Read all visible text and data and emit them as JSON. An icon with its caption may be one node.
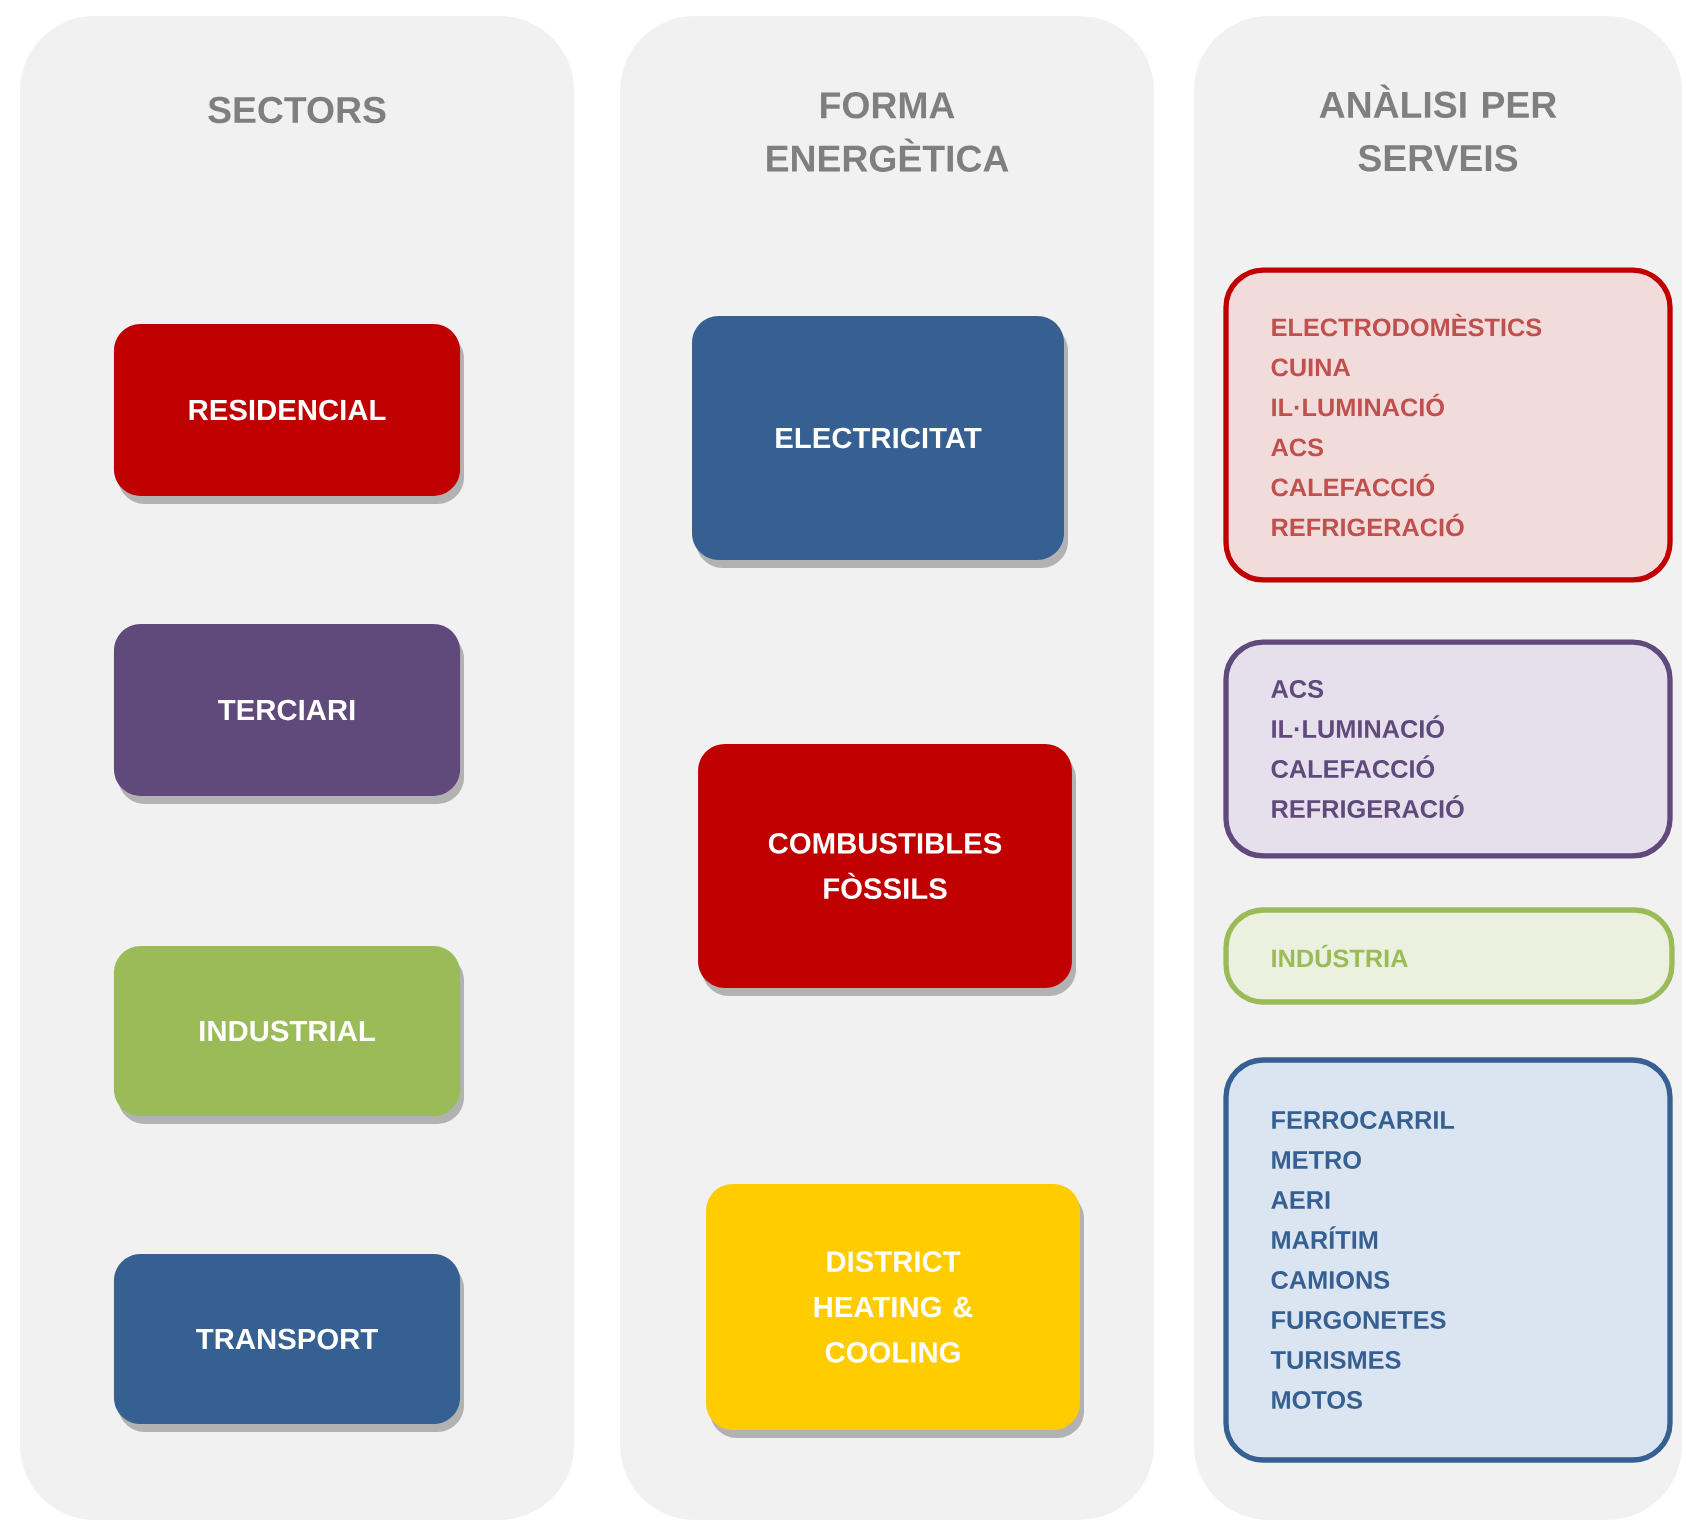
{
  "diagram": {
    "nodes": [
      {
        "text": [
          "SECTORS"
        ]
      },
      {
        "text": [
          "FORMA ENERGÈTICA"
        ]
      },
      {
        "text": [
          "ANÀLISI PER SERVEIS"
        ]
      },
      {
        "text": [
          "RESIDENCIAL"
        ],
        "in": 0
      },
      {
        "text": [
          "TERCIARI"
        ],
        "in": 0
      },
      {
        "text": [
          "INDUSTRIAL"
        ],
        "in": 0
      },
      {
        "text": [
          "TRANSPORT"
        ],
        "in": 0
      },
      {
        "text": [
          "ELECTRICITAT"
        ],
        "in": 1
      },
      {
        "text": [
          "COMBUSTIBLES FÒSSILS"
        ],
        "in": 1
      },
      {
        "text": [
          "DISTRICT HEATING & COOLING"
        ],
        "in": 1
      },
      {
        "text": [
          "ELECTRODOMÈSTICS",
          "CUINA",
          "IL·LUMINACIÓ",
          "ACS",
          "CALEFACCIÓ",
          "REFRIGERACIÓ"
        ],
        "in": 2
      },
      {
        "text": [
          "ACS",
          "IL·LUMINACIÓ",
          "CALEFACCIÓ",
          "REFRIGERACIÓ"
        ],
        "in": 2
      },
      {
        "text": [
          "INDÚSTRIA"
        ],
        "in": 2
      },
      {
        "text": [
          "FERROCARRIL",
          "METRO",
          "AERI",
          "MARÍTIM",
          "CAMIONS",
          "FURGONETES",
          "TURISMES",
          "MOTOS"
        ],
        "in": 2
      }
    ]
  }
}
